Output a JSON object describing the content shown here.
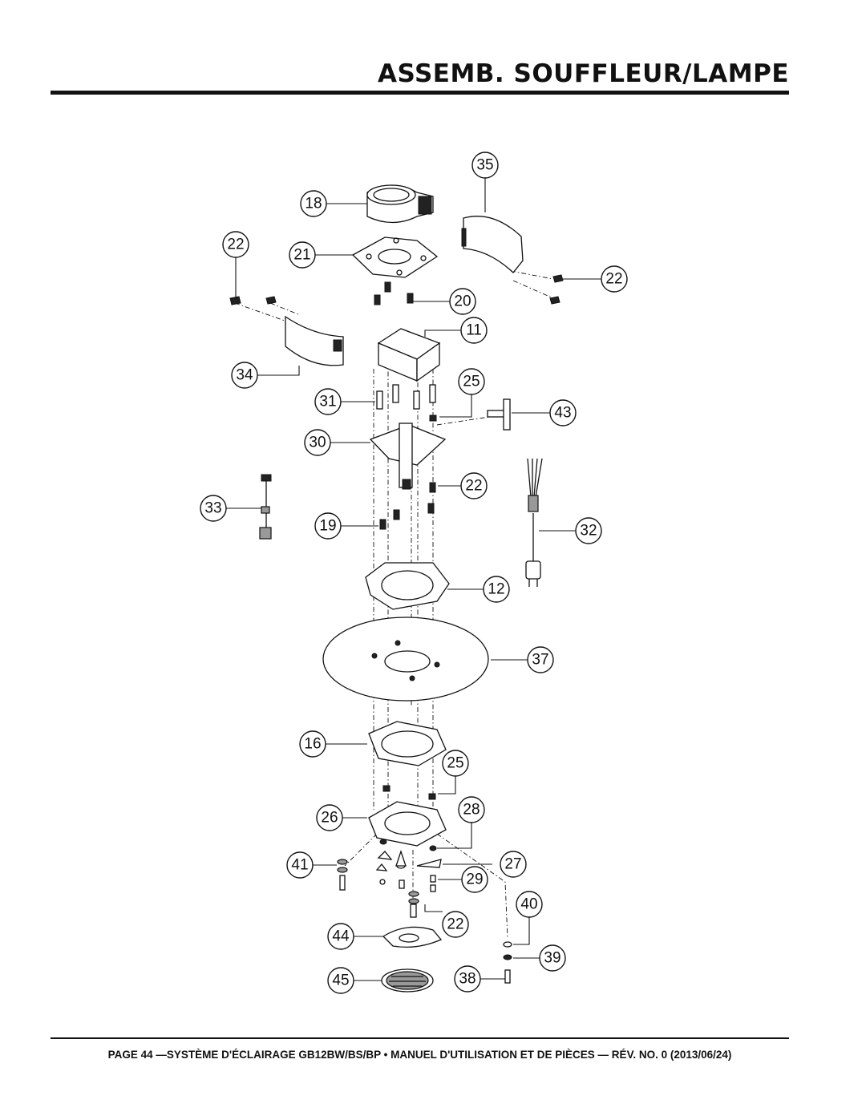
{
  "header": {
    "title": "ASSEMB. SOUFFLEUR/LAMPE"
  },
  "footer": {
    "text": "PAGE 44 —SYSTÈME D'ÉCLAIRAGE GB12BW/BS/BP • MANUEL D'UTILISATION ET DE PIÈCES — RÉV. NO. 0 (2013/06/24)"
  },
  "callouts": [
    "35",
    "18",
    "22",
    "21",
    "22",
    "20",
    "11",
    "34",
    "25",
    "31",
    "43",
    "30",
    "22",
    "33",
    "19",
    "32",
    "12",
    "37",
    "16",
    "25",
    "26",
    "28",
    "41",
    "27",
    "29",
    "40",
    "22",
    "44",
    "39",
    "45",
    "38"
  ]
}
